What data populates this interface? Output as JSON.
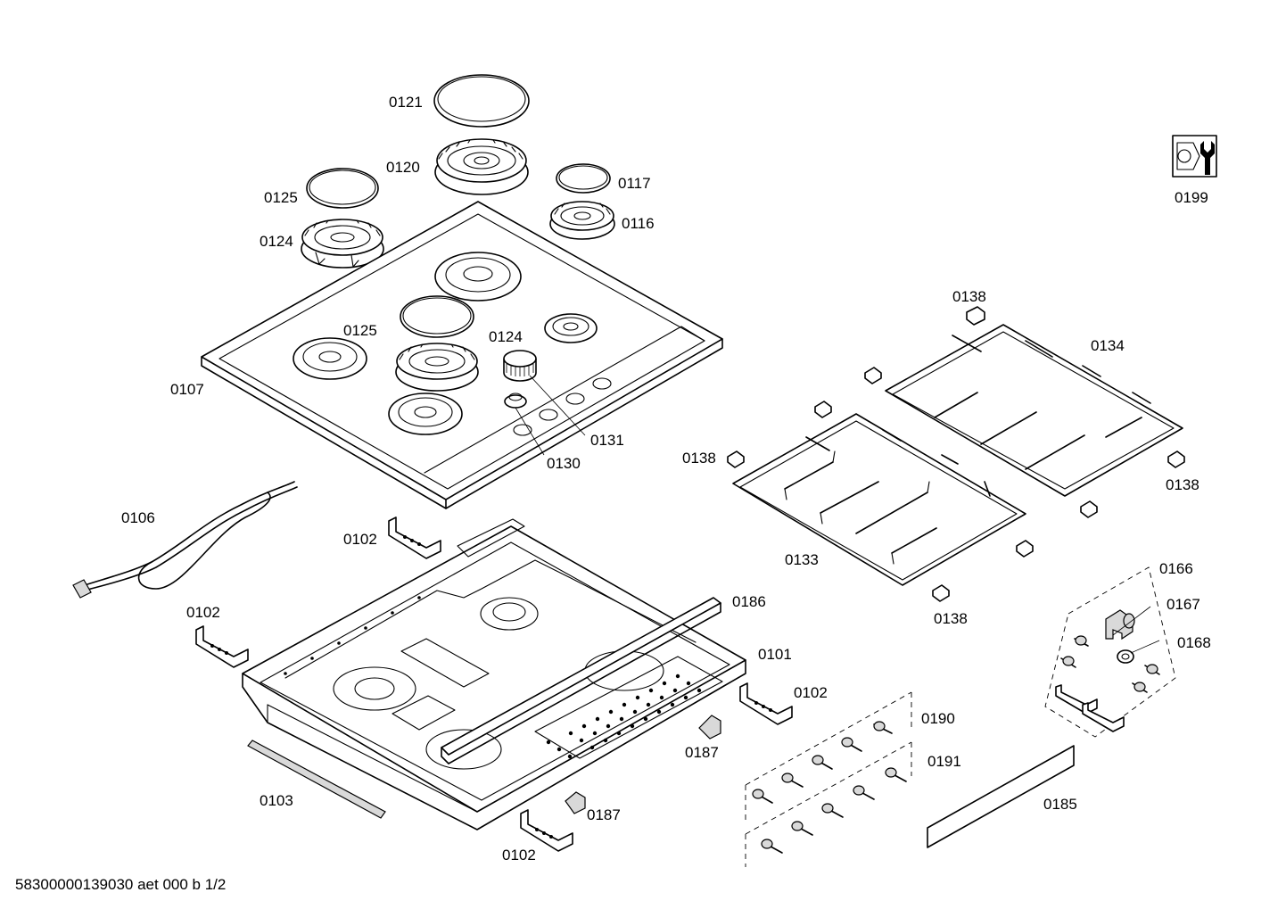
{
  "labels": {
    "p0101": "0101",
    "p0102a": "0102",
    "p0102b": "0102",
    "p0102c": "0102",
    "p0102d": "0102",
    "p0103": "0103",
    "p0106": "0106",
    "p0107": "0107",
    "p0116": "0116",
    "p0117": "0117",
    "p0120": "0120",
    "p0121": "0121",
    "p0124a": "0124",
    "p0124b": "0124",
    "p0125a": "0125",
    "p0125b": "0125",
    "p0130": "0130",
    "p0131": "0131",
    "p0133": "0133",
    "p0134": "0134",
    "p0138a": "0138",
    "p0138b": "0138",
    "p0138c": "0138",
    "p0138d": "0138",
    "p0166": "0166",
    "p0167": "0167",
    "p0168": "0168",
    "p0185": "0185",
    "p0186": "0186",
    "p0187a": "0187",
    "p0187b": "0187",
    "p0190": "0190",
    "p0191": "0191",
    "p0199": "0199"
  },
  "footer": {
    "document_code": "58300000139030 aet 000 b 1/2"
  },
  "icons": {
    "service_tool": "wrench-nut-icon"
  }
}
